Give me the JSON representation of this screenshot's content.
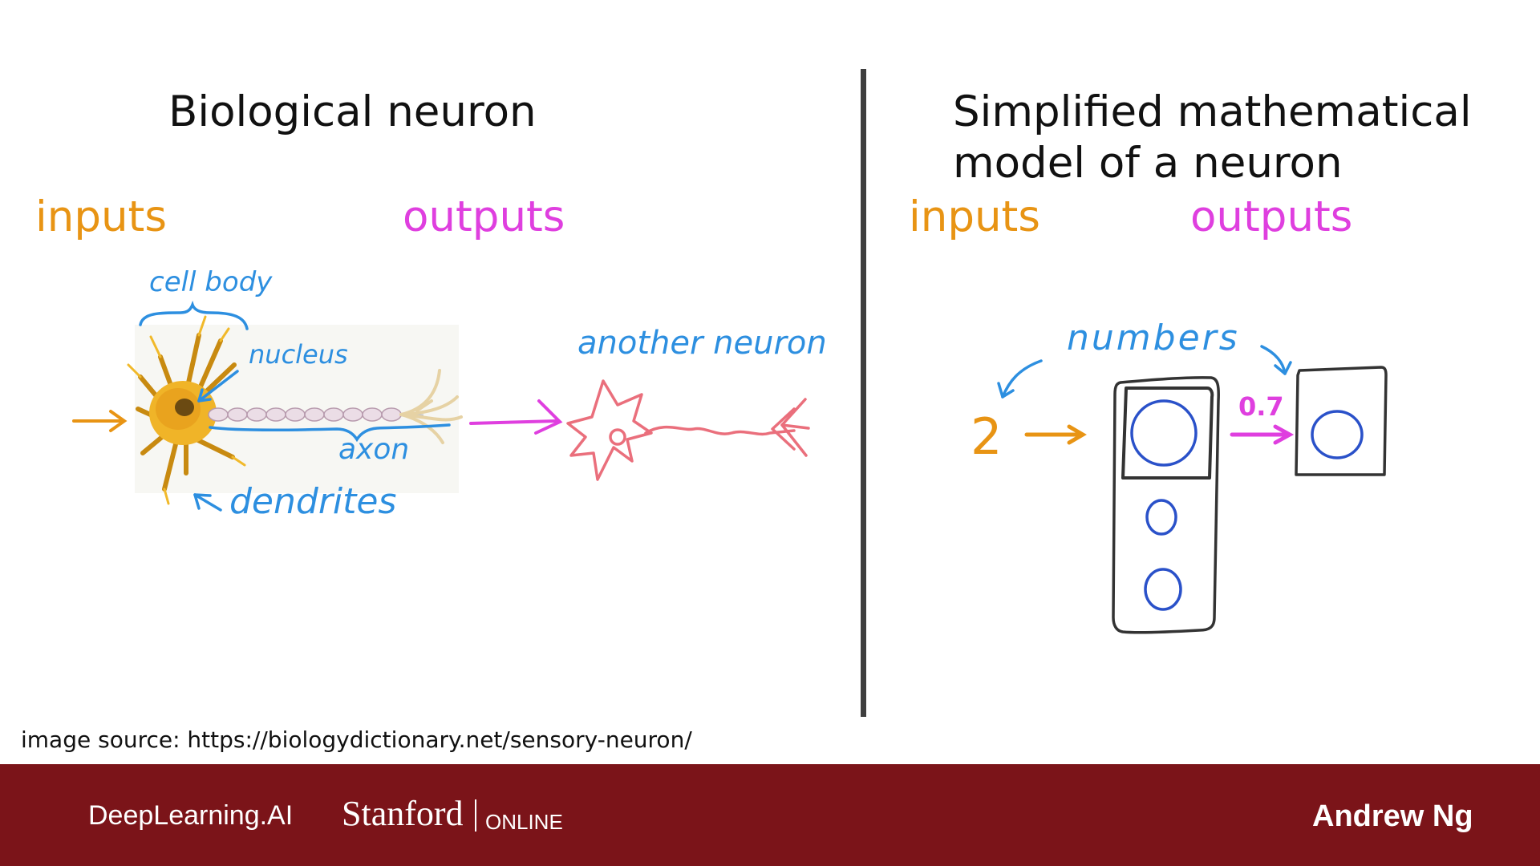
{
  "left_panel": {
    "title": "Biological neuron",
    "inputs_label": "inputs",
    "outputs_label": "outputs",
    "annotations": {
      "cell_body": "cell body",
      "nucleus": "nucleus",
      "axon": "axon",
      "dendrites": "dendrites",
      "another_neuron": "another neuron"
    }
  },
  "right_panel": {
    "title_line1": "Simplified mathematical",
    "title_line2": "model of a neuron",
    "inputs_label": "inputs",
    "outputs_label": "outputs",
    "annotations": {
      "numbers": "numbers",
      "input_value": "2",
      "output_value": "0.7"
    }
  },
  "image_source": "image source: https://biologydictionary.net/sensory-neuron/",
  "footer": {
    "deeplearning_logo": "DeepLearning.AI",
    "stanford": "Stanford",
    "online": "ONLINE",
    "presenter": "Andrew Ng"
  },
  "colors": {
    "input": "#e89414",
    "output": "#df3fdf",
    "annotation": "#2d8fe0",
    "another_neuron": "#ea6f7c",
    "circle": "#2a51c9",
    "footer_bg": "#7b1419"
  },
  "icons": [
    "deeplearning-logo-icon",
    "neuron-illustration",
    "another-neuron-sketch"
  ]
}
